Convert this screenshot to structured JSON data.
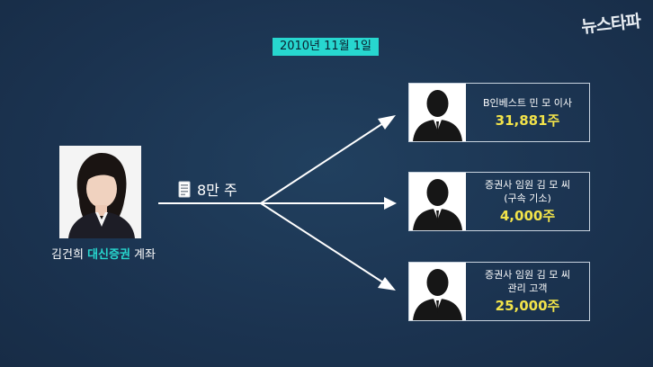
{
  "logo": "뉴스타파",
  "date": "2010년 11월 1일",
  "source": {
    "name_prefix": "김건희",
    "broker": "대신증권",
    "name_suffix": "계좌"
  },
  "transfer_amount": "8만 주",
  "recipients": [
    {
      "lines": [
        "B인베스트 민 모 이사"
      ],
      "shares": "31,881주"
    },
    {
      "lines": [
        "증권사 임원 김 모 씨",
        "(구속 기소)"
      ],
      "shares": "4,000주"
    },
    {
      "lines": [
        "증권사 임원 김 모 씨",
        "관리 고객"
      ],
      "shares": "25,000주"
    }
  ],
  "colors": {
    "background": "#1c3550",
    "accent": "#27d7cf",
    "shares": "#f2e34a"
  }
}
